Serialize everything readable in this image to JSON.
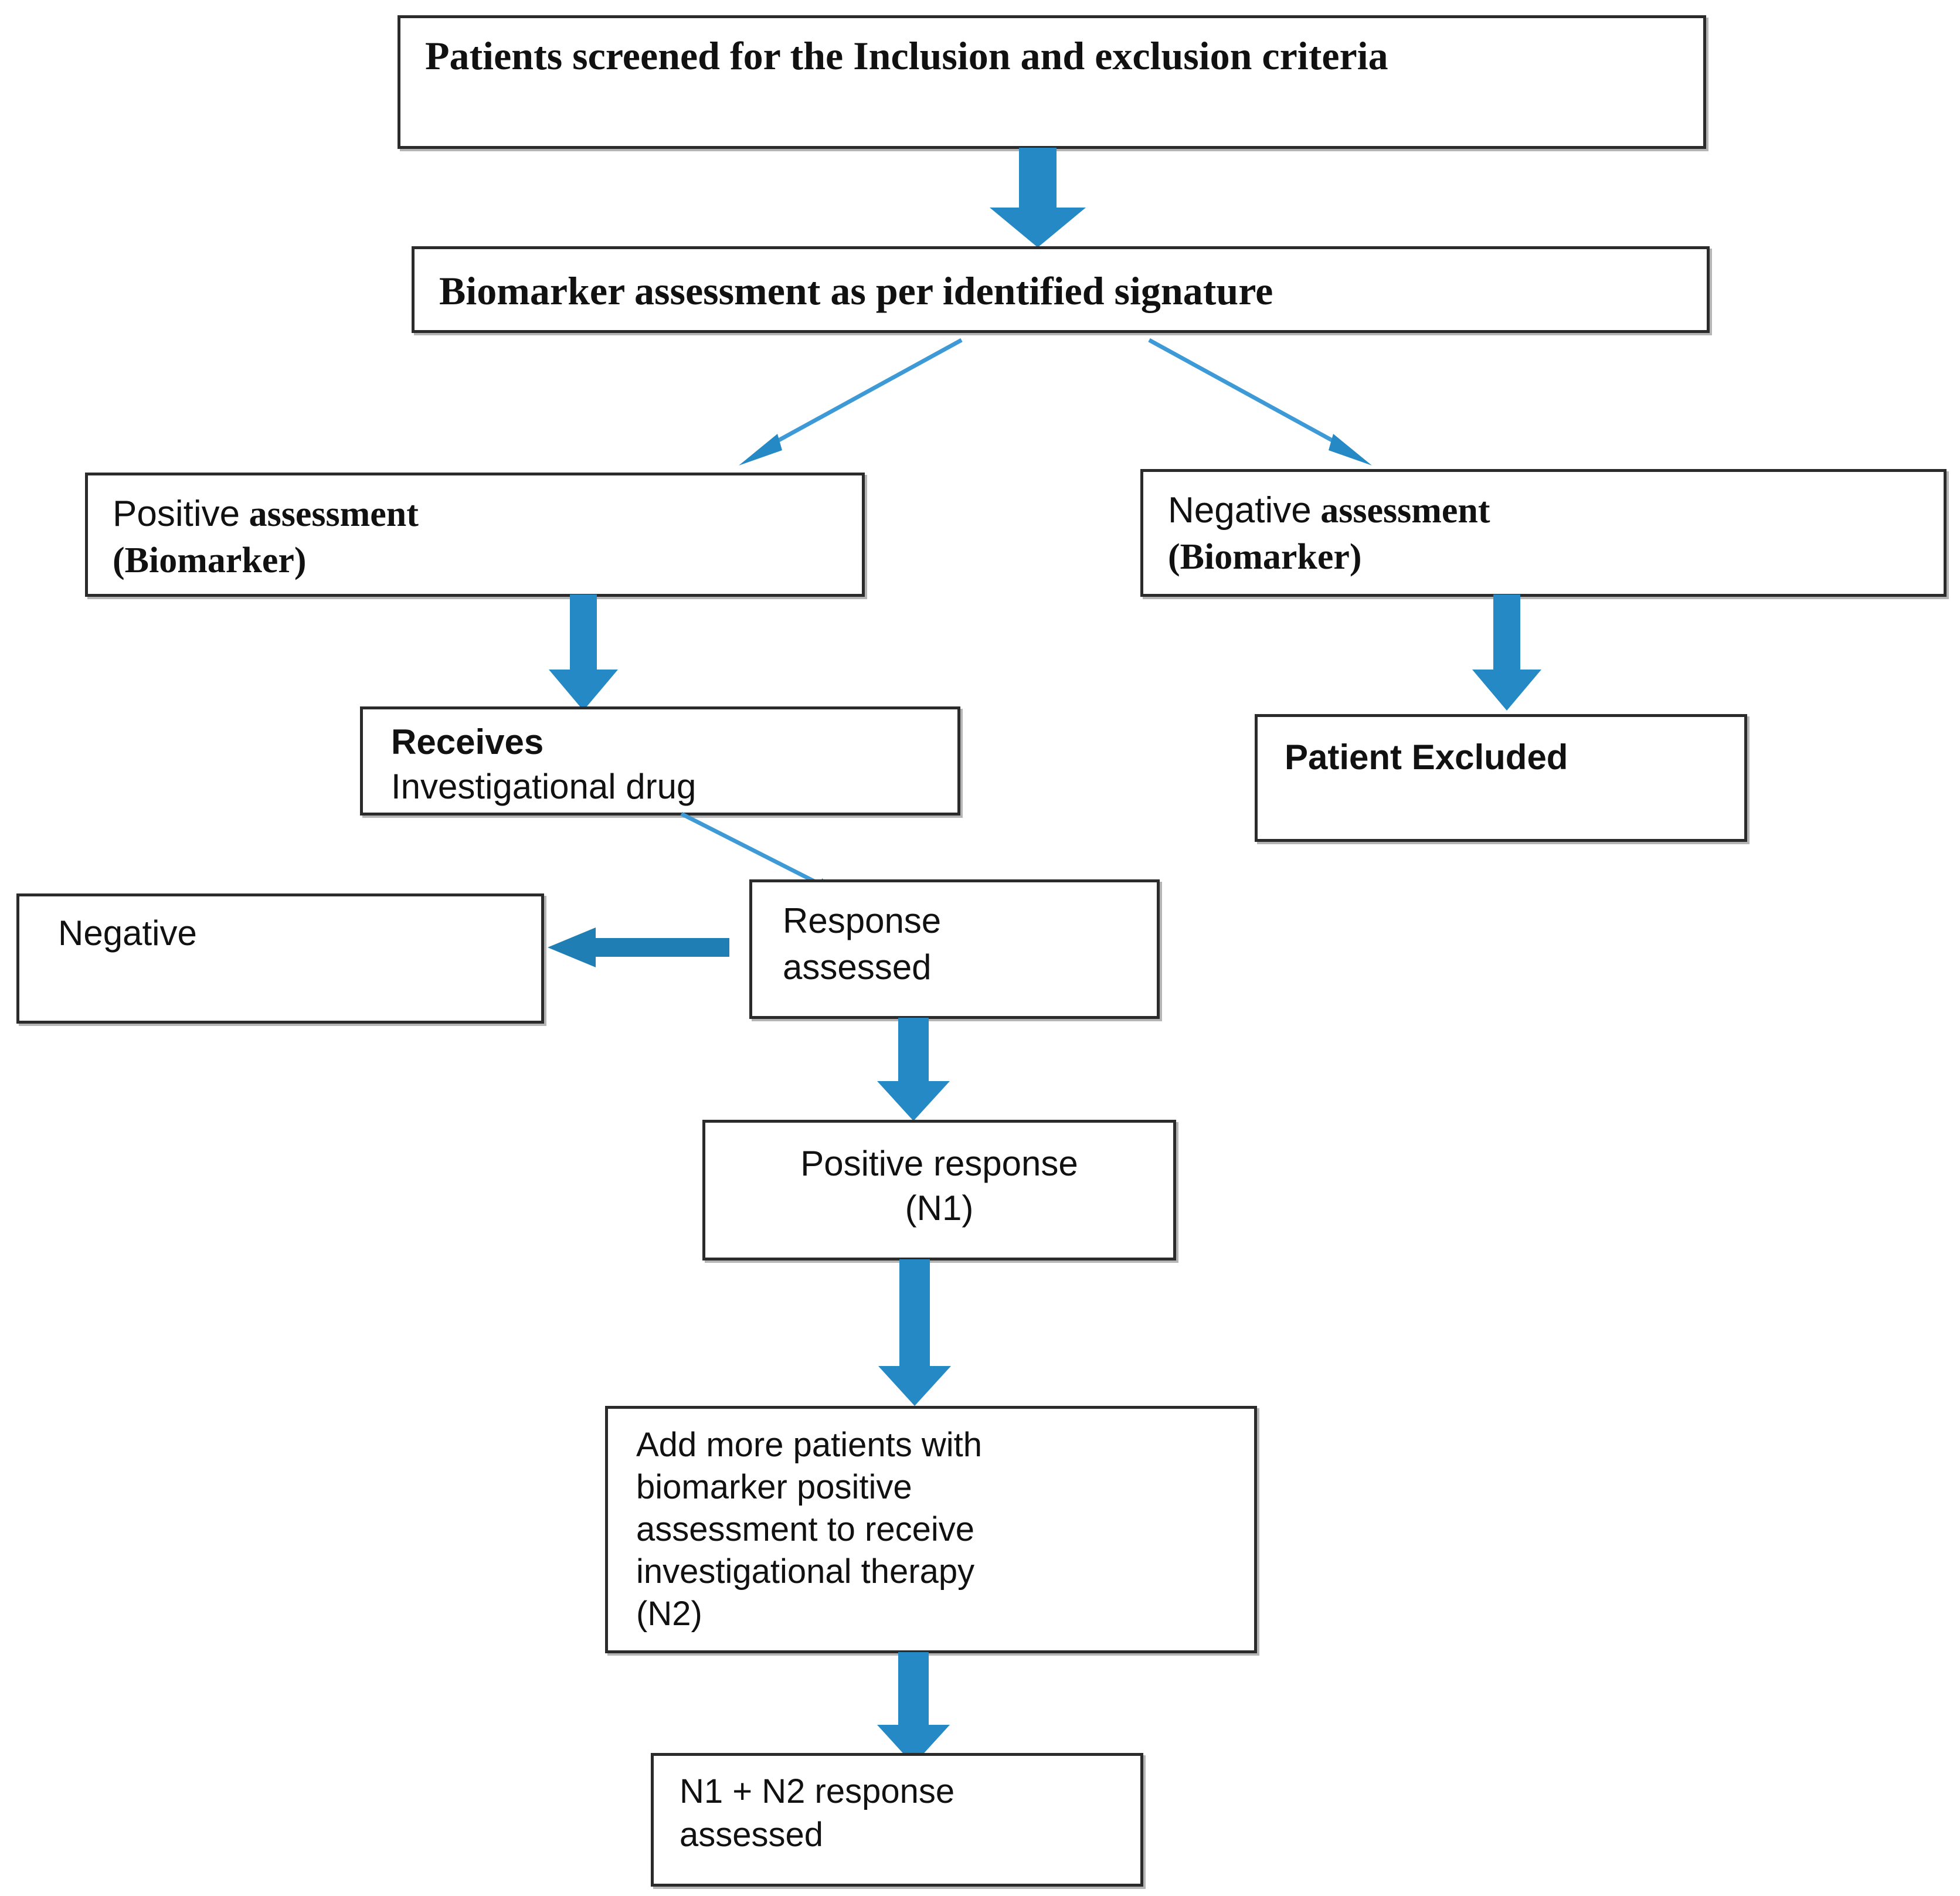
{
  "diagram": {
    "title": "Biomarker-driven adaptive clinical trial flowchart",
    "accent_color": "#2489c4",
    "arrow_thin_color": "#3d9ad6",
    "box_border_color": "#2b2b2b",
    "text_color": "#111111",
    "background_color": "#ffffff"
  },
  "nodes": {
    "screened": {
      "label": "Patients screened for the Inclusion and exclusion criteria"
    },
    "biomarker_assessment": {
      "label": "Biomarker assessment as per identified signature"
    },
    "positive_assessment": {
      "line1_lead": "Positive",
      "line1_rest": " assessment",
      "line2": "(Biomarker)"
    },
    "negative_assessment": {
      "line1_lead": "Negative",
      "line1_rest": " assessment",
      "line2": "(Biomarker)"
    },
    "receives_drug": {
      "line1": "Receives",
      "line2": "Investigational drug"
    },
    "patient_excluded": {
      "label": "Patient Excluded"
    },
    "negative_outcome": {
      "label": "Negative"
    },
    "response_assessed": {
      "line1": "Response",
      "line2": "assessed"
    },
    "positive_response": {
      "line1": "Positive response",
      "line2": "(N1)"
    },
    "add_more_patients": {
      "line1": "Add more patients with",
      "line2": "biomarker positive",
      "line3": "assessment to receive",
      "line4": "investigational therapy",
      "line5": "(N2)"
    },
    "combined_response": {
      "line1": "N1 + N2 response",
      "line2": "assessed"
    }
  },
  "edges": [
    {
      "id": "screened-to-biomarker",
      "type": "block-arrow-down",
      "label": ""
    },
    {
      "id": "biomarker-to-positive",
      "type": "thin-arrow-diagonal-left",
      "label": ""
    },
    {
      "id": "biomarker-to-negative",
      "type": "thin-arrow-diagonal-right",
      "label": ""
    },
    {
      "id": "positive-to-receives",
      "type": "block-arrow-down",
      "label": ""
    },
    {
      "id": "negative-to-excluded",
      "type": "block-arrow-down",
      "label": ""
    },
    {
      "id": "receives-to-response",
      "type": "thin-arrow-diagonal-right",
      "label": ""
    },
    {
      "id": "response-to-negative-outcome",
      "type": "block-arrow-left",
      "label": ""
    },
    {
      "id": "response-to-positive-response",
      "type": "block-arrow-down",
      "label": ""
    },
    {
      "id": "positive-response-to-add-more",
      "type": "block-arrow-down",
      "label": ""
    },
    {
      "id": "add-more-to-combined",
      "type": "block-arrow-down",
      "label": ""
    }
  ]
}
